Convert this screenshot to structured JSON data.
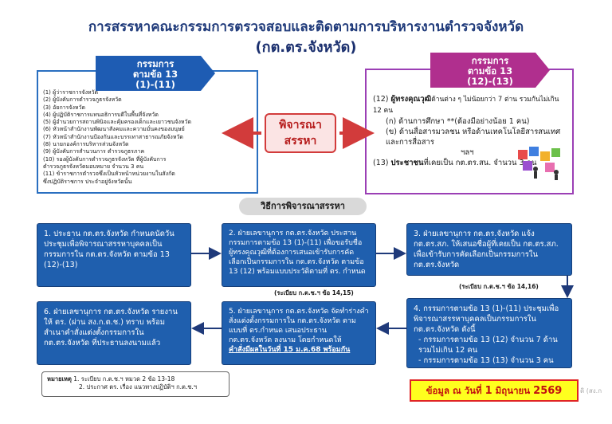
{
  "header": {
    "line1": "การสรรหาคณะกรรมการตรวจสอบและติดตามการบริหารงานตำรวจจังหวัด",
    "line2": "(กต.ตร.จังหวัด)"
  },
  "left_tag": {
    "line1": "กรรมการ",
    "line2": "ตามข้อ 13",
    "line3": "(1)-(11)"
  },
  "right_tag": {
    "line1": "กรรมการ",
    "line2": "ตามข้อ 13",
    "line3": "(12)-(13)"
  },
  "left_list": [
    "(1) ผู้ว่าราชการจังหวัด",
    "(2) ผู้บังคับการตำรวจภูธรจังหวัด",
    "(3) อัยการจังหวัด",
    "(4) ผู้ปฏิบัติราชการแทนอธิการบดีในพื้นที่จังหวัด",
    "(5) ผู้อำนวยการสถานพินิจและคุ้มครองเด็กและเยาวชนจังหวัด",
    "(6) หัวหน้าสำนักงานพัฒนาสังคมและความมั่นคงของมนุษย์",
    "(7) หัวหน้าสำนักงานป้องกันและบรรเทาสาธารณภัยจังหวัด",
    "(8) นายกองค์การบริหารส่วนจังหวัด",
    "(9) ผู้บังคับการสำนวนการ ตำรวจภูธรภาค",
    "(10) รองผู้บังคับการตำรวจภูธรจังหวัด ที่ผู้บังคับการ",
    "ตำรวจภูธรจังหวัดมอบหมาย จำนวน 3 คน",
    "(11) ข้าราชการตำรวจซึ่งเป็นหัวหน้าหน่วยงานในสังกัด",
    "ซึ่งปฏิบัติราชการ ประจำอยู่จังหวัดนั้น"
  ],
  "right_list": {
    "item12_label": "ผู้ทรงคุณวุฒิ",
    "item12_prefix": "(12) ",
    "item12_rest": "ด้านต่าง ๆ ไม่น้อยกว่า 7 ต่าน รวมกันไม่เกิน 12 คน",
    "item12_a": "(ก) ด้านการศึกษา **(ต้องมีอย่างน้อย 1 คน)",
    "item12_b1": "(ข) ด้านสื่อสารมวลชน หรือด้านเทคโนโลยีสารสนเทศ",
    "item12_b2": "และการสื่อสาร",
    "etc": "ฯลฯ",
    "item13_prefix": "(13) ",
    "item13_label": "ประชาชน",
    "item13_rest": "ที่เคยเป็น กต.ตร.สน. จำนวน 3 คน"
  },
  "center": {
    "consider_line1": "พิจารณา",
    "consider_line2": "สรรหา",
    "method": "วิธีการพิจารณาสรรหา"
  },
  "steps": {
    "s1": "1. ประธาน กต.ตร.จังหวัด กำหนดนัดวันประชุมเพื่อพิจารณาสรรหาบุคคลเป็นกรรมการใน กต.ตร.จังหวัด ตามข้อ 13 (12)-(13)",
    "s2": "2. ฝ่ายเลขานุการ กต.ตร.จังหวัด ประสานกรรมการตามข้อ 13 (1)-(11) เพื่อขอรับชื่อผู้ทรงคุณวุฒิที่ต้องการเสนอเข้ารับการคัดเลือกเป็นกรรมการใน กต.ตร.จังหวัด ตามข้อ 13 (12) พร้อมแบบประวัติตามที่ ตร. กำหนด",
    "s2_ref": "(ระเบียบ ก.ต.ช.ฯ ข้อ 14,15)",
    "s3": "3. ฝ่ายเลขานุการ กต.ตร.จังหวัด แจ้ง กต.ตร.สภ. ให้เสนอชื่อผู้ที่เคยเป็น กต.ตร.สภ. เพื่อเข้ารับการคัดเลือกเป็นกรรมการใน กต.ตร.จังหวัด",
    "s3_ref": "(ระเบียบ ก.ต.ช.ฯ ข้อ 14,16)",
    "s4_head": "4. กรรมการตามข้อ 13 (1)-(11) ประชุมเพื่อพิจารณาสรรหาบุคคลเป็นกรรมการใน กต.ตร.จังหวัด ดังนี้",
    "s4_a": "- กรรมการตามข้อ 13 (12) จำนวน 7 ด้าน รวมไม่เกิน 12 คน",
    "s4_b": "- กรรมการตามข้อ 13 (13) จำนวน 3 คน",
    "s5": "5. ฝ่ายเลขานุการ กต.ตร.จังหวัด จัดทำร่างคำสั่งแต่งตั้งกรรมการใน กต.ตร.จังหวัด ตามแบบที่ ตร.กำหนด เสนอประธาน กต.ตร.จังหวัด ลงนาม โดยกำหนดให้",
    "s5_bold": "คำสั่งมีผลในวันที่ 15 ม.ค.68 พร้อมกัน",
    "s6": "6. ฝ่ายเลขานุการ กต.ตร.จังหวัด รายงานให้ ตร. (ผ่าน สง.ก.ต.ช.) ทราบ พร้อมสำเนาคำสั่งแต่งตั้งกรรมการใน กต.ตร.จังหวัด ที่ประธานลงนามแล้ว"
  },
  "note": {
    "label": "หมายเหตุ",
    "line1": "1. ระเบียบ ก.ต.ช.ฯ หมวด 2 ข้อ 13-18",
    "line2": "2. ประกาศ ตร. เรื่อง แนวทางปฏิบัติฯ ก.ต.ช.ฯ"
  },
  "badge": {
    "prefix": "ข้อมูล ณ วันที่ ",
    "day": "1",
    "middle": " มิถุนายน ",
    "year": "2569"
  },
  "watermark": "ดิ (สง.ก",
  "colors": {
    "blue": "#1f5fae",
    "purple": "#9b3fb5",
    "red": "#d23b3b",
    "navy": "#1f3a7a",
    "yellow": "#ffff1e"
  }
}
